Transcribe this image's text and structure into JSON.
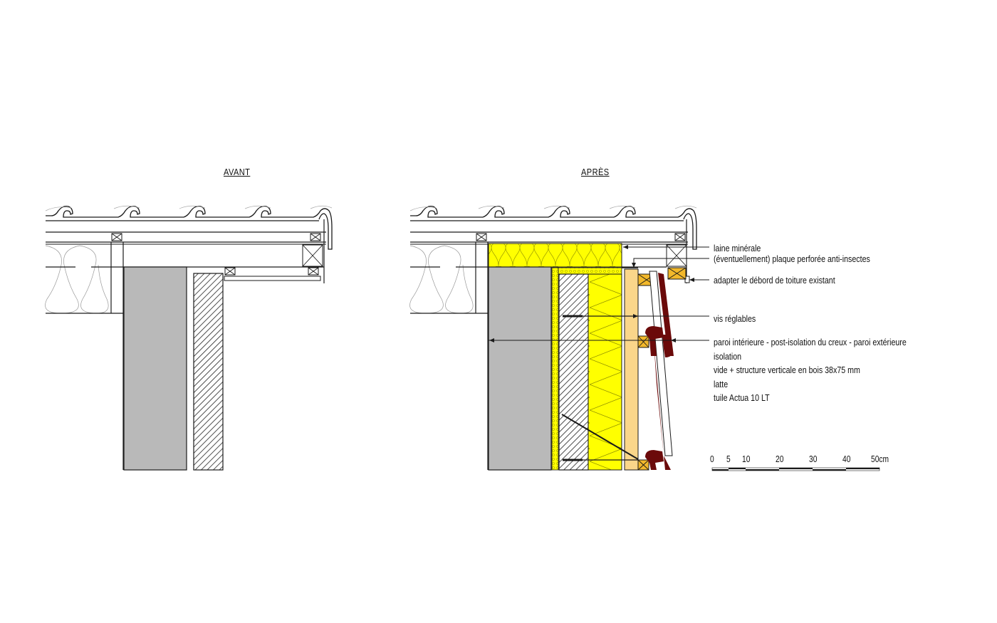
{
  "titles": {
    "before": "AVANT",
    "after": "APRÈS"
  },
  "annotations": [
    {
      "id": "laine",
      "text": "laine minérale"
    },
    {
      "id": "plaque",
      "text": "(éventuellement) plaque perforée anti-insectes"
    },
    {
      "id": "debord",
      "text": "adapter le débord de toiture existant"
    },
    {
      "id": "vis",
      "text": "vis réglables"
    },
    {
      "id": "paroi",
      "text": "paroi intérieure - post-isolation du creux - paroi extérieure"
    },
    {
      "id": "isolation",
      "text": "isolation"
    },
    {
      "id": "vide",
      "text": "vide + structure verticale en bois 38x75 mm"
    },
    {
      "id": "latte",
      "text": "latte"
    },
    {
      "id": "tuile",
      "text": "tuile Actua 10 LT"
    }
  ],
  "scale_bar": {
    "ticks": [
      "0",
      "5",
      "10",
      "20",
      "30",
      "40",
      "50cm"
    ]
  },
  "colors": {
    "insulation": "#FFFF00",
    "masonry_grey": "#B9B9B9",
    "timber": "#FAD68A",
    "batten": "#F2B82B",
    "tile": "#6B0A0A",
    "line": "#1A1A1A"
  }
}
